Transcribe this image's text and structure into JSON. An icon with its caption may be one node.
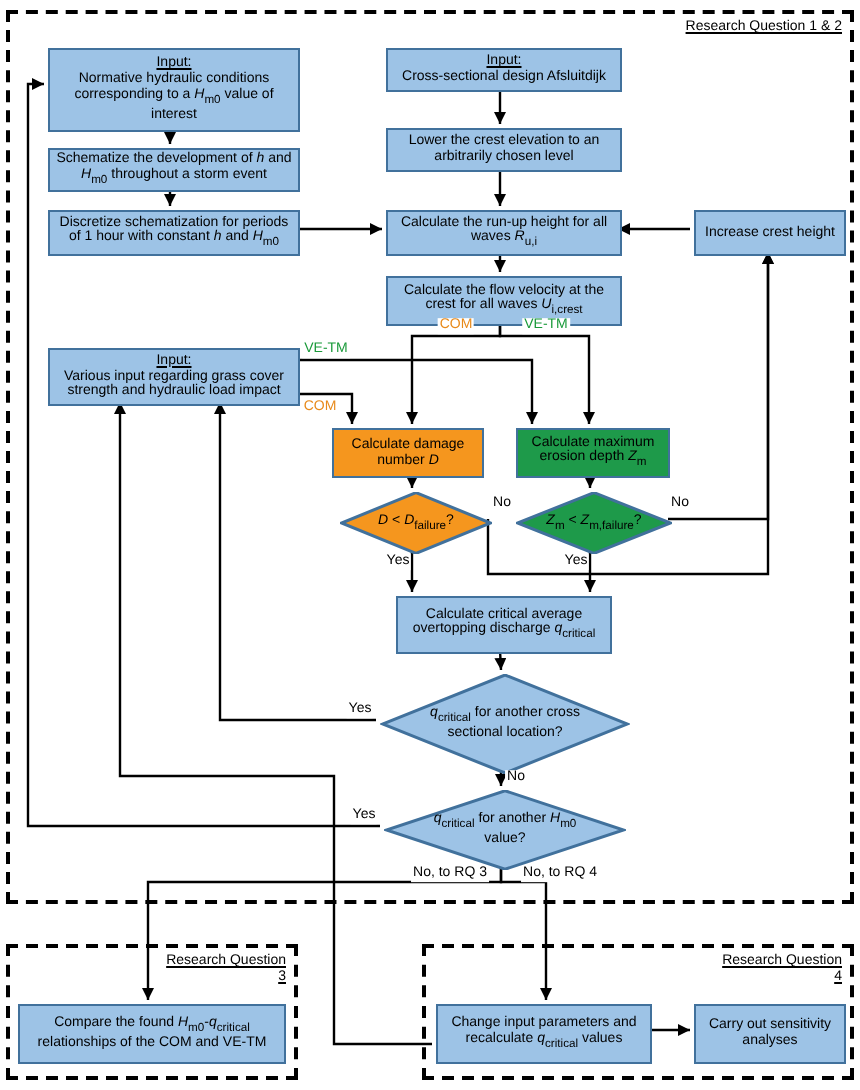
{
  "diagram": {
    "nodes": [
      {
        "text": [
          "Research Question 1 & 2"
        ]
      },
      {
        "text": [
          "Input:",
          "Normative hydraulic conditions corresponding to a *H*$_{m0}$ value of interest"
        ],
        "in": 0
      },
      {
        "text": [
          "Schematize the development of *h* and *H*$_{m0}$ throughout a storm event"
        ],
        "in": 0
      },
      {
        "text": [
          "Discretize schematization for periods of 1 hour with constant *h* and *H*$_{m0}$"
        ],
        "in": 0
      },
      {
        "text": [
          "Input:",
          "Cross-sectional design Afsluitdijk"
        ],
        "in": 0
      },
      {
        "text": [
          "Lower the crest elevation to an arbitrarily chosen level"
        ],
        "in": 0
      },
      {
        "text": [
          "Calculate the run-up height for all waves *R*$_{u,i}$"
        ],
        "in": 0
      },
      {
        "text": [
          "Increase crest height"
        ],
        "in": 0
      },
      {
        "text": [
          "Calculate the flow velocity at the crest for all waves *U*$_{i,crest}$"
        ],
        "in": 0
      },
      {
        "text": [
          "Input:",
          "Various input regarding grass cover strength and hydraulic load impact"
        ],
        "in": 0
      },
      {
        "text": [
          "Calculate damage number *D*"
        ],
        "in": 0
      },
      {
        "text": [
          "Calculate maximum erosion depth *Z*$_{m}$"
        ],
        "in": 0
      },
      {
        "text": [
          "*D* < *D*$_{failure}$?"
        ],
        "in": 0
      },
      {
        "text": [
          "*Z*$_{m}$ < *Z*$_{m,failure}$?"
        ],
        "in": 0
      },
      {
        "text": [
          "Calculate critical average overtopping discharge *q*$_{critical}$"
        ],
        "in": 0
      },
      {
        "text": [
          "*q*$_{critical}$ for another cross sectional location?"
        ],
        "in": 0
      },
      {
        "text": [
          "*q*$_{critical}$ for another *H*$_{m0}$ value?"
        ],
        "in": 0
      },
      {
        "text": [
          "Research Question 3"
        ]
      },
      {
        "text": [
          "Compare the found *H*$_{m0}$-*q*$_{critical}$ relationships of the COM and VE-TM"
        ],
        "in": 17
      },
      {
        "text": [
          "Research Question 4"
        ]
      },
      {
        "text": [
          "Change input parameters and recalculate *q*$_{critical}$ values"
        ],
        "in": 19
      },
      {
        "text": [
          "Carry out sensitivity analyses"
        ],
        "in": 19
      }
    ],
    "edges": [
      {
        "from": 1,
        "to": 2,
        "arrow": "to"
      },
      {
        "from": 2,
        "to": 3,
        "arrow": "to"
      },
      {
        "from": 3,
        "to": 6,
        "arrow": "to"
      },
      {
        "from": 4,
        "to": 5,
        "arrow": "to"
      },
      {
        "from": 5,
        "to": 6,
        "arrow": "to"
      },
      {
        "from": 7,
        "to": 6,
        "arrow": "to"
      },
      {
        "from": 6,
        "to": 8,
        "arrow": "to"
      },
      {
        "from": 8,
        "to": 10,
        "arrow": "to",
        "label": "COM"
      },
      {
        "from": 8,
        "to": 11,
        "arrow": "to",
        "label": "VE-TM"
      },
      {
        "from": 9,
        "to": 10,
        "arrow": "to",
        "label": "COM"
      },
      {
        "from": 9,
        "to": 11,
        "arrow": "to",
        "label": "VE-TM"
      },
      {
        "from": 10,
        "to": 12,
        "arrow": "to"
      },
      {
        "from": 11,
        "to": 13,
        "arrow": "to"
      },
      {
        "from": 12,
        "to": 14,
        "arrow": "to",
        "label": "Yes"
      },
      {
        "from": 13,
        "to": 14,
        "arrow": "to",
        "label": "Yes"
      },
      {
        "from": 12,
        "to": 7,
        "arrow": "to",
        "label": "No"
      },
      {
        "from": 13,
        "to": 7,
        "arrow": "to",
        "label": "No"
      },
      {
        "from": 14,
        "to": 15,
        "arrow": "to"
      },
      {
        "from": 15,
        "to": 9,
        "arrow": "to",
        "label": "Yes"
      },
      {
        "from": 15,
        "to": 16,
        "arrow": "to",
        "label": "No"
      },
      {
        "from": 16,
        "to": 1,
        "arrow": "to",
        "label": "Yes"
      },
      {
        "from": 16,
        "to": 18,
        "arrow": "to",
        "label": "No, to RQ 3"
      },
      {
        "from": 16,
        "to": 20,
        "arrow": "to",
        "label": "No, to RQ 4"
      },
      {
        "from": 20,
        "to": 9,
        "arrow": "to"
      },
      {
        "from": 20,
        "to": 21,
        "arrow": "to"
      }
    ]
  }
}
